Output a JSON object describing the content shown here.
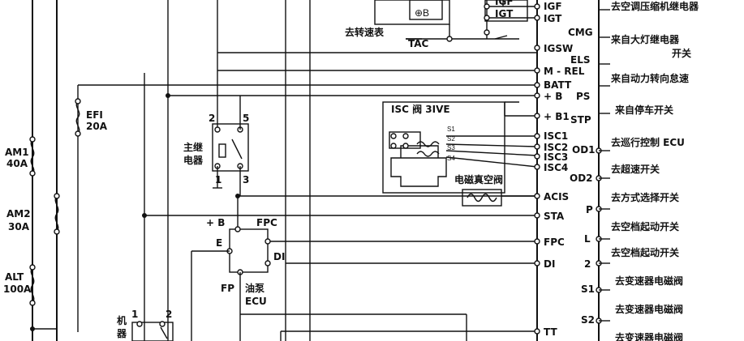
{
  "ecu_pins": {
    "igf": "IGF",
    "igt": "IGT",
    "igsw": "IGSW",
    "m_rel": "M - REL",
    "batt": "BATT",
    "plus_b": "+ B",
    "plus_b1": "+ B1",
    "isc1": "ISC1",
    "isc2": "ISC2",
    "isc3": "ISC3",
    "isc4": "ISC4",
    "acis": "ACIS",
    "sta": "STA",
    "fpc": "FPC",
    "di": "DI",
    "tt": "TT",
    "cmg": "CMG",
    "els": "ELS",
    "ps": "PS",
    "stp": "STP",
    "od1": "OD1",
    "od2": "OD2",
    "p": "P",
    "l": "L",
    "two": "2",
    "s1": "S1",
    "s2": "S2"
  },
  "right_labels": [
    "去空调压缩机继电器",
    "来自大灯继电器",
    "开关",
    "来自动力转向怠速",
    "来自停车开关",
    "去巡行控制 ECU",
    "去超速开关",
    "去方式选择开关",
    "去空档起动开关",
    "去空档起动开关",
    "去变速器电磁阀",
    "去变速器电磁阀",
    "去变速器电磁阀"
  ],
  "left": {
    "tachometer": "去转速表",
    "tac": "TAC",
    "b_circle": "⊕B",
    "efi": "EFI",
    "efi_amp": "20A",
    "am1": "AM1",
    "am1_amp": "40A",
    "am2": "AM2",
    "am2_amp": "30A",
    "alt": "ALT",
    "alt_amp": "100A",
    "main_relay_1": "主继",
    "main_relay_2": "电器",
    "relay_pin_2": "2",
    "relay_pin_5": "5",
    "relay_pin_1": "1",
    "relay_pin_3": "3",
    "small_1": "1",
    "small_2": "2",
    "side_text_1": "机",
    "side_text_2": "器"
  },
  "isc": {
    "title": "ISC 阀 3IVE",
    "s1": "S1",
    "s2": "S2",
    "s3": "S3",
    "s4": "S4",
    "vsv": "电磁真空阀"
  },
  "pump": {
    "plus_b": "+ B",
    "fpc": "FPC",
    "e": "E",
    "di": "DI",
    "fp": "FP",
    "name1": "油泵",
    "name2": "ECU"
  }
}
